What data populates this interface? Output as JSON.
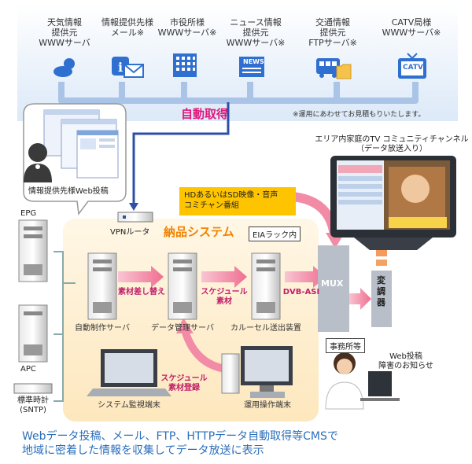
{
  "sources": [
    {
      "label": "天気情報\n提供元\nWWWサーバ",
      "icon": "weather-icon"
    },
    {
      "label": "情報提供先様\nメール※",
      "icon": "info-mail-icon"
    },
    {
      "label": "市役所様\nWWWサーバ※",
      "icon": "building-icon"
    },
    {
      "label": "ニュース情報\n提供元\nWWWサーバ※",
      "icon": "news-icon"
    },
    {
      "label": "交通情報\n提供元\nFTPサーバ※",
      "icon": "bus-folder-icon"
    },
    {
      "label": "CATV局様\nWWWサーバ※",
      "icon": "catv-tv-icon"
    }
  ],
  "icon_text": {
    "news": "NEWS",
    "catv": "CATV"
  },
  "auto_fetch": "自動取得",
  "estimate_note": "※運用にあわせてお見積もりいたします。",
  "web_post_label": "情報提供先様Web投稿",
  "tv_caption": "エリア内家庭のTV コミュニティチャンネル\n（データ放送入り）",
  "hd_box": "HDあるいはSD映像・音声\nコミチャン番組",
  "system_title": "納品システム",
  "eia_rack": "EIAラック内",
  "vpn_router": "VPNルータ",
  "epg": "EPG",
  "apc": "APC",
  "sntp": "標準時計\n(SNTP)",
  "servers": {
    "auto": "自動制作サーバ",
    "data": "データ管理サーバ",
    "carousel": "カルーセル送出装置"
  },
  "arrows": {
    "replace": "素材差し替え",
    "schedule": "スケジュール\n素材",
    "dvb": "DVB-ASI",
    "register": "スケジュール\n素材登録"
  },
  "mux": "MUX",
  "modulator": "変\n調\n器",
  "office": "事務所等",
  "web_notice": "Web投稿\n障害のお知らせ",
  "terminals": {
    "monitor": "システム監視端末",
    "ops": "運用操作端末"
  },
  "footer": "Webデータ投稿、メール、FTP、HTTPデータ自動取得等CMSで\n地域に密着した情報を収集してデータ放送に表示",
  "colors": {
    "accent_pink": "#e0197d",
    "system_orange": "#f08300",
    "footer_blue": "#2a6ebb",
    "top_band": "#e6f0fb",
    "system_band": "#fdf0d8",
    "hd_box": "#ffc400",
    "arrow_pink": "#f7a0b5",
    "icon_blue": "#2f6fcf"
  }
}
